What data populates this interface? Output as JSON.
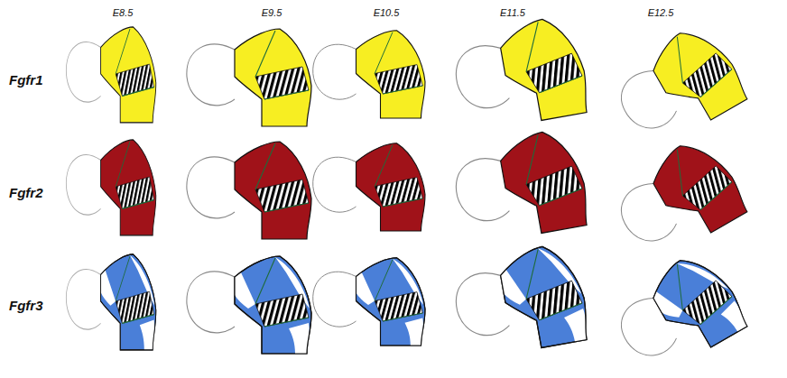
{
  "diagram": {
    "labels": [
      "E8.5",
      "E9.5",
      "E10.5",
      "E11.5",
      "E12.5",
      "Fgfr1",
      "Fgfr2",
      "Fgfr3"
    ]
  }
}
